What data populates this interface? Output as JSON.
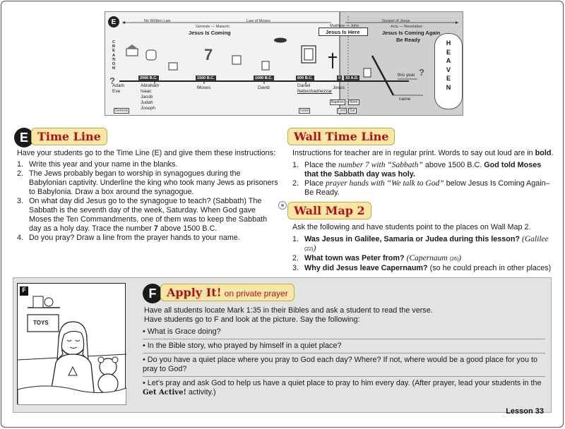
{
  "timeline": {
    "badge": "E",
    "creation": "CREATION",
    "top_labels": {
      "no_written_law": "No Written Law",
      "genesis_malachi": "Genesis — Malachi",
      "law_of_moses": "Law of Moses",
      "matthew_john": "Matthew — John",
      "gospel_of_jesus": "Gospel of Jesus",
      "acts_revelation": "Acts — Revelation"
    },
    "jesus_is_coming": "Jesus Is Coming",
    "jesus_is_here": "Jesus Is Here",
    "jesus_coming_again": "Jesus Is Coming Again",
    "be_ready": "Be Ready",
    "heaven": "HEAVEN",
    "dates": [
      "2000 B.C.",
      "1500 B.C.",
      "1000 B.C.",
      "600 B.C.",
      "0",
      "33 A.D."
    ],
    "people": {
      "adam_eve": "Adam\nEve",
      "patriarchs": "Abraham\nIsaac\nJacob\nJudah\nJoseph",
      "moses": "Moses",
      "david": "David",
      "daniel": "Daniel",
      "nebuchadnezzar": "Nebuchadnezzar",
      "jesus": "Jesus"
    },
    "this_year": "this year",
    "name_label": "name",
    "seven": "7",
    "small_boxes": {
      "genesis": "Genesis",
      "israel": "Israel",
      "baptism": "Baptism",
      "work": "Work",
      "lord": "Lord",
      "sat": "Sat"
    }
  },
  "time_line": {
    "badge": "E",
    "heading": "Time Line",
    "intro": "Have your students go to the Time Line (E) and give them these instructions:",
    "steps": [
      {
        "num": "1.",
        "text": "Write this year and your name in the blanks."
      },
      {
        "num": "2.",
        "text": "The Jews probably began to worship in synagogues during the Babylonian captivity. Underline the king who took many Jews as prisoners to Babylonia. Draw a box around the synagogue."
      },
      {
        "num": "3.",
        "text_a": "On what day did Jesus go to the synagogue to teach? (Sabbath) The Sabbath is the seventh day of the week, Saturday. When God gave Moses the Ten Commandments, one of them was to keep the Sabbath day as a holy day. Trace the number ",
        "bold": "7",
        "text_b": " above 1500 B.C."
      },
      {
        "num": "4.",
        "text": "Do you pray? Draw a line from the prayer hands to your name."
      }
    ]
  },
  "wall_time_line": {
    "heading": "Wall Time Line",
    "intro_a": "Instructions for teacher are in regular print. Words to say out loud are in ",
    "intro_bold": "bold",
    "intro_b": ".",
    "step1_num": "1.",
    "step1_a": "Place the ",
    "step1_italic": "number 7 with “Sabbath”",
    "step1_b": " above 1500 B.C. ",
    "step1_bold": "God told Moses that the Sabbath day was holy.",
    "step2_num": "2.",
    "step2_a": "Place ",
    "step2_italic": "prayer hands with “We talk to God”",
    "step2_b": " below Jesus Is Coming Again–Be Ready."
  },
  "wall_map": {
    "heading": "Wall Map 2",
    "intro": "Ask the following and have students point to the places on Wall Map 2.",
    "q1_num": "1.",
    "q1_bold": "Was Jesus in Galilee, Samaria or Judea during this lesson?",
    "q1_answer": "(Galilee",
    "q1_ref": "(22)",
    "q1_close": ")",
    "q2_num": "2.",
    "q2_bold": "What town was Peter from?",
    "q2_answer": "(Capernaum",
    "q2_ref": "(26)",
    "q2_close": ")",
    "q3_num": "3.",
    "q3_bold": "Why did Jesus leave Capernaum?",
    "q3_answer": " (so he could preach in other places)"
  },
  "apply_it": {
    "badge": "F",
    "heading": "Apply It!",
    "subheading": "on private prayer",
    "intro1": "Have all students locate Mark 1:35 in their Bibles and ask a student to read the verse.",
    "intro2": "Have students go to F and look at the picture. Say the following:",
    "bullets": [
      "• What is Grace doing?",
      "• In the Bible story, who prayed by himself in a quiet place?",
      "• Do you have a quiet place where you pray to God each day? Where? If not, where would be a good place for you to pray to God?"
    ],
    "last_a": "• Let’s pray and ask God to help us have a quiet place to pray to him every day. (After prayer, lead your students in the ",
    "last_bold": "Get Active!",
    "last_b": " activity.)",
    "picture_badge": "F",
    "toys_label": "TOYS"
  },
  "footer": {
    "lesson": "Lesson 33"
  }
}
